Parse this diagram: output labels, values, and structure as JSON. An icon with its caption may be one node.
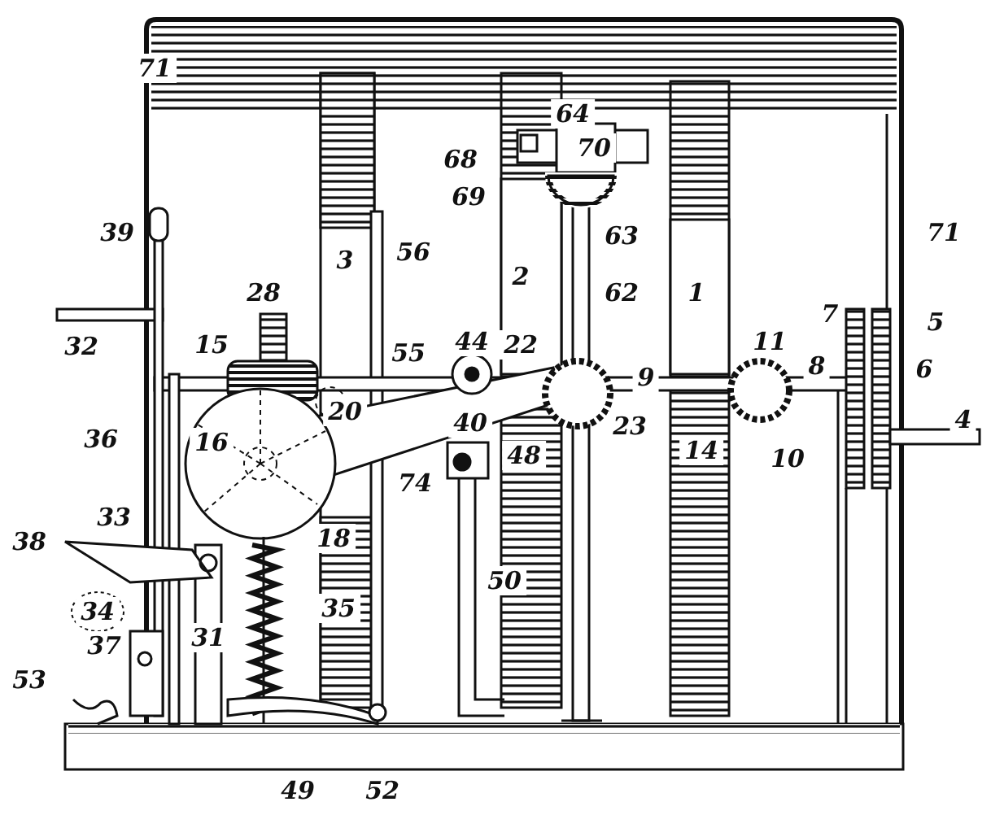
{
  "diagram": {
    "labels": [
      "71",
      "64",
      "68",
      "70",
      "69",
      "63",
      "3",
      "56",
      "2",
      "1",
      "71",
      "39",
      "62",
      "32",
      "28",
      "7",
      "5",
      "44",
      "15",
      "55",
      "22",
      "9",
      "11",
      "8",
      "6",
      "20",
      "4",
      "36",
      "40",
      "16",
      "23",
      "14",
      "10",
      "74",
      "48",
      "33",
      "38",
      "18",
      "50",
      "34",
      "31",
      "35",
      "37",
      "53",
      "49",
      "52"
    ]
  }
}
